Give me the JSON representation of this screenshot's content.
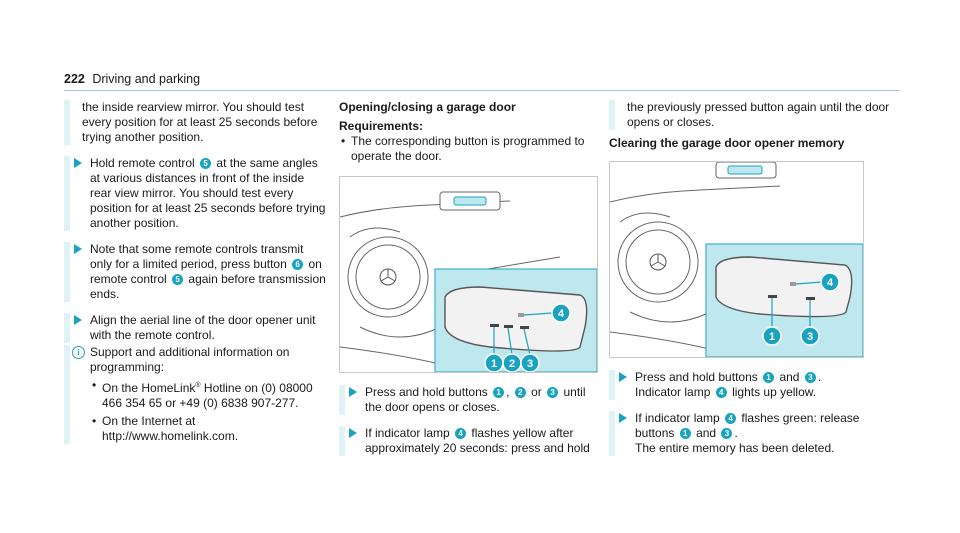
{
  "header": {
    "page_number": "222",
    "title": "Driving and parking"
  },
  "col1": {
    "intro": "the inside rearview mirror. You should test every position for at least 25 seconds before trying another position.",
    "step1_a": "Hold remote control",
    "step1_b": "at the same angles at various distances in front of the inside rear view mirror. You should test every position for at least 25 seconds before trying another position.",
    "step2_a": "Note that some remote controls transmit only for a limited period, press button",
    "step2_b": "on remote control",
    "step2_c": "again before transmission ends.",
    "step3": "Align the aerial line of the door opener unit with the remote control.",
    "note": "Support and additional information on programming:",
    "bullet1_a": "On the HomeLink",
    "bullet1_reg": "®",
    "bullet1_b": " Hotline on (0) 08000 466 354 65 or +49 (0) 6838 907-277.",
    "bullet2": "On the Internet at http://www.homelink.com."
  },
  "col2": {
    "heading": "Opening/closing a garage door",
    "req_label": "Requirements:",
    "req_item": "The corresponding button is programmed to operate the door.",
    "step1_a": "Press and hold buttons",
    "step1_or": "or",
    "step1_b": "until the door opens or closes.",
    "step2_a": "If indicator lamp",
    "step2_b": "flashes yellow after approximately 20 seconds: press and hold"
  },
  "col3": {
    "intro": "the previously pressed button again until the door opens or closes.",
    "heading": "Clearing the garage door opener memory",
    "step1_a": "Press and hold buttons",
    "step1_and": "and",
    "step1_b": "Indicator lamp",
    "step1_c": "lights up yellow.",
    "step2_a": "If indicator lamp",
    "step2_b": "flashes green: release buttons",
    "step2_and": "and",
    "step2_c": "The entire memory has been deleted."
  },
  "badges": {
    "b1": "1",
    "b2": "2",
    "b3": "3",
    "b4": "4",
    "b5": "5",
    "b6": "6"
  },
  "colors": {
    "accent": "#19a3c0",
    "panel": "#bfe8ee",
    "highlight": "#dff3f7"
  }
}
